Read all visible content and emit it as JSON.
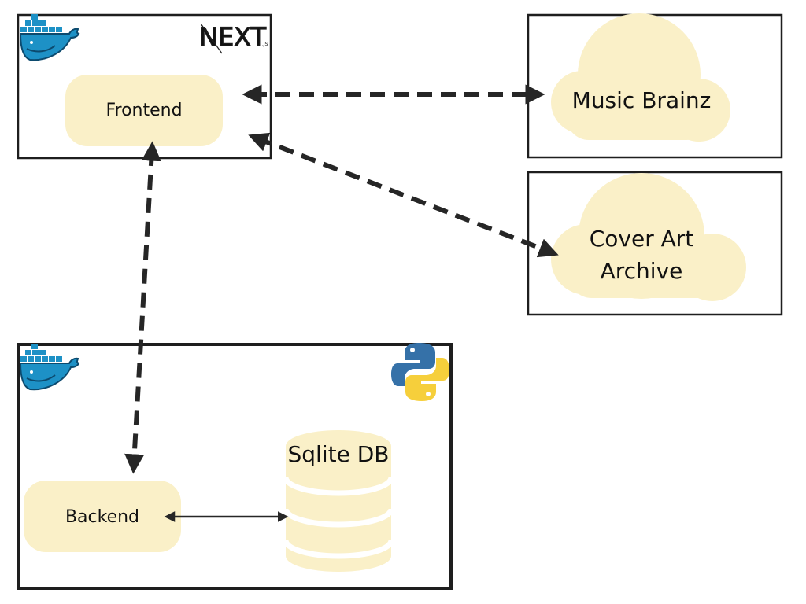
{
  "nodes": {
    "frontend": {
      "label": "Frontend"
    },
    "backend": {
      "label": "Backend"
    },
    "sqlite": {
      "label": "Sqlite DB"
    },
    "music_brainz": {
      "label": "Music Brainz"
    },
    "cover_art": {
      "line1": "Cover Art",
      "line2": "Archive"
    }
  },
  "logos": {
    "nextjs": {
      "wordmark": "NEXT",
      "suffix": ".JS"
    }
  },
  "icons": {
    "docker": "docker-whale-icon",
    "python": "python-icon",
    "nextjs": "nextjs-logo-icon"
  },
  "colors": {
    "node_fill": "#faf0c8",
    "frame": "#1e1e1e",
    "connector": "#262626",
    "docker_blue": "#1d91c6",
    "docker_dark": "#0c4a6e",
    "python_blue": "#3571a8",
    "python_yellow": "#f6cf3b"
  }
}
